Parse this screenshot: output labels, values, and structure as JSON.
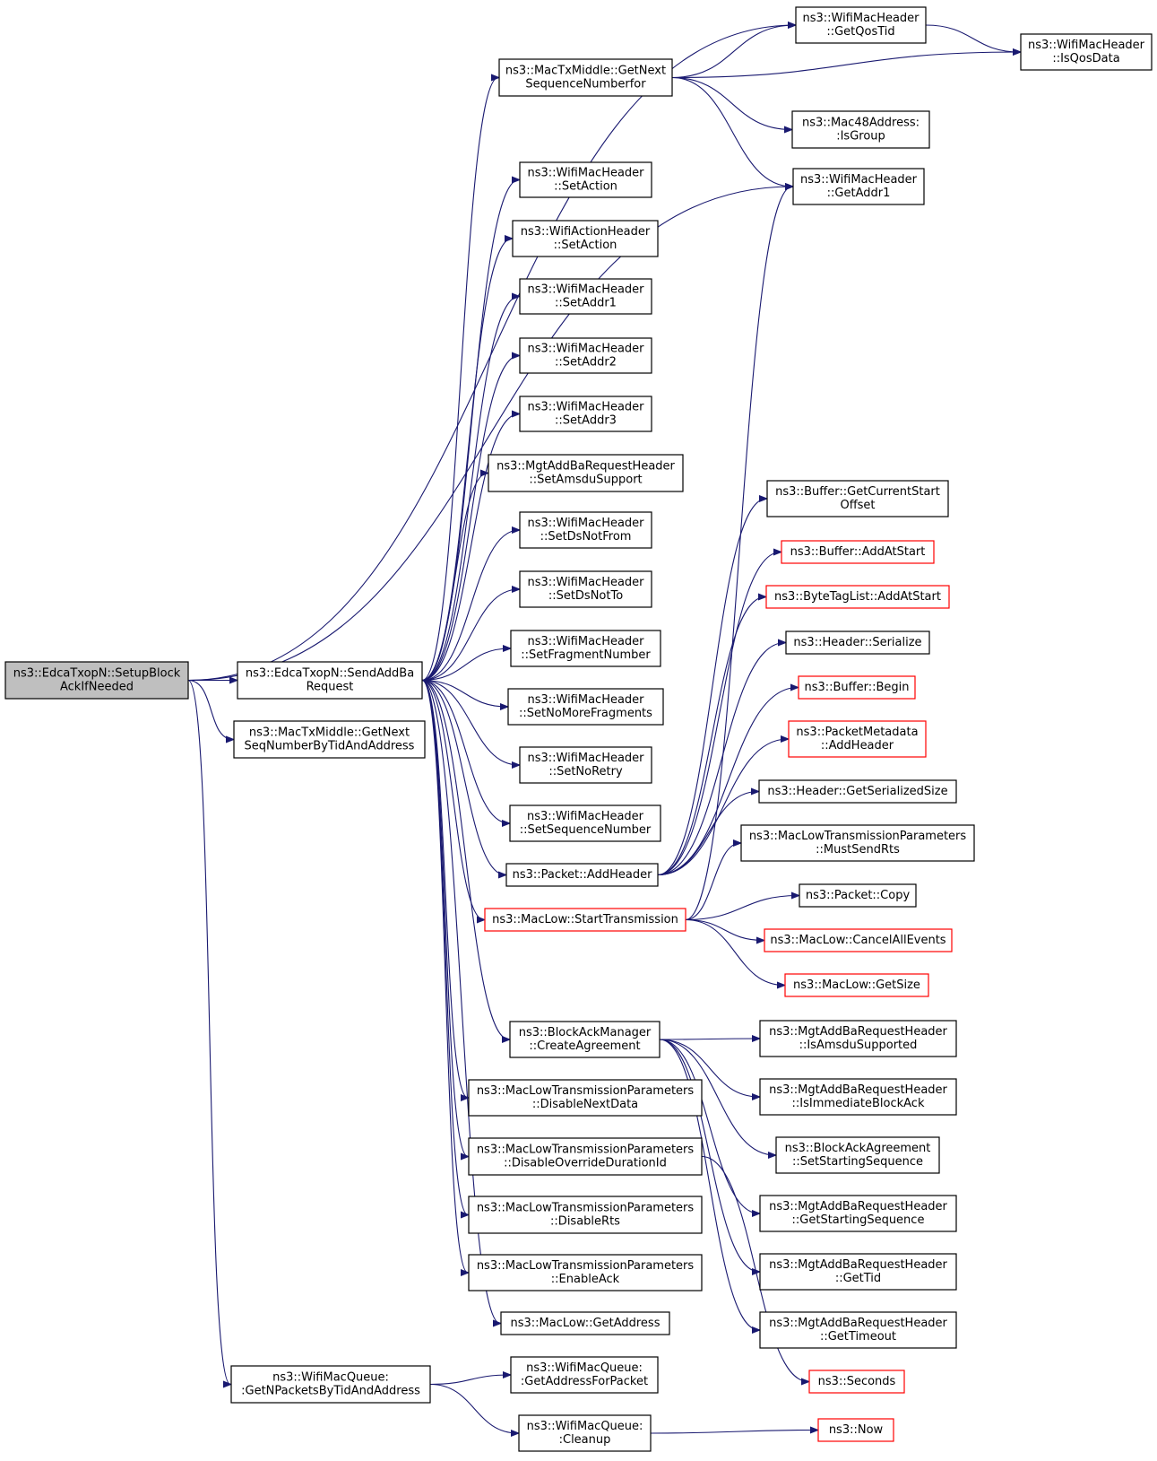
{
  "nodes": [
    {
      "id": "setup",
      "lines": [
        "ns3::EdcaTxopN::SetupBlock",
        "AckIfNeeded"
      ],
      "style": "root"
    },
    {
      "id": "sendAddBa",
      "lines": [
        "ns3::EdcaTxopN::SendAddBa",
        "Request"
      ]
    },
    {
      "id": "getNextSeqTid",
      "lines": [
        "ns3::MacTxMiddle::GetNext",
        "SeqNumberByTidAndAddress"
      ]
    },
    {
      "id": "getNPackets",
      "lines": [
        "ns3::WifiMacQueue:",
        ":GetNPacketsByTidAndAddress"
      ]
    },
    {
      "id": "getQosTid",
      "lines": [
        "ns3::WifiMacHeader",
        "::GetQosTid"
      ]
    },
    {
      "id": "isQosData",
      "lines": [
        "ns3::WifiMacHeader",
        "::IsQosData"
      ]
    },
    {
      "id": "getNextSeqFor",
      "lines": [
        "ns3::MacTxMiddle::GetNext",
        "SequenceNumberfor"
      ]
    },
    {
      "id": "isGroup",
      "lines": [
        "ns3::Mac48Address:",
        ":IsGroup"
      ]
    },
    {
      "id": "getAddr1",
      "lines": [
        "ns3::WifiMacHeader",
        "::GetAddr1"
      ]
    },
    {
      "id": "setActionHdr",
      "lines": [
        "ns3::WifiMacHeader",
        "::SetAction"
      ]
    },
    {
      "id": "setActionAct",
      "lines": [
        "ns3::WifiActionHeader",
        "::SetAction"
      ]
    },
    {
      "id": "setAddr1",
      "lines": [
        "ns3::WifiMacHeader",
        "::SetAddr1"
      ]
    },
    {
      "id": "setAddr2",
      "lines": [
        "ns3::WifiMacHeader",
        "::SetAddr2"
      ]
    },
    {
      "id": "setAddr3",
      "lines": [
        "ns3::WifiMacHeader",
        "::SetAddr3"
      ]
    },
    {
      "id": "setAmsdu",
      "lines": [
        "ns3::MgtAddBaRequestHeader",
        "::SetAmsduSupport"
      ]
    },
    {
      "id": "setDsNotFrom",
      "lines": [
        "ns3::WifiMacHeader",
        "::SetDsNotFrom"
      ]
    },
    {
      "id": "setDsNotTo",
      "lines": [
        "ns3::WifiMacHeader",
        "::SetDsNotTo"
      ]
    },
    {
      "id": "setFragNum",
      "lines": [
        "ns3::WifiMacHeader",
        "::SetFragmentNumber"
      ]
    },
    {
      "id": "setNoMoreFrag",
      "lines": [
        "ns3::WifiMacHeader",
        "::SetNoMoreFragments"
      ]
    },
    {
      "id": "setNoRetry",
      "lines": [
        "ns3::WifiMacHeader",
        "::SetNoRetry"
      ]
    },
    {
      "id": "setSeqNum",
      "lines": [
        "ns3::WifiMacHeader",
        "::SetSequenceNumber"
      ]
    },
    {
      "id": "pktAddHeader",
      "lines": [
        "ns3::Packet::AddHeader"
      ]
    },
    {
      "id": "startTx",
      "lines": [
        "ns3::MacLow::StartTransmission"
      ],
      "style": "red"
    },
    {
      "id": "createAgr",
      "lines": [
        "ns3::BlockAckManager",
        "::CreateAgreement"
      ]
    },
    {
      "id": "disNextData",
      "lines": [
        "ns3::MacLowTransmissionParameters",
        "::DisableNextData"
      ]
    },
    {
      "id": "disOverride",
      "lines": [
        "ns3::MacLowTransmissionParameters",
        "::DisableOverrideDurationId"
      ]
    },
    {
      "id": "disRts",
      "lines": [
        "ns3::MacLowTransmissionParameters",
        "::DisableRts"
      ]
    },
    {
      "id": "enAck",
      "lines": [
        "ns3::MacLowTransmissionParameters",
        "::EnableAck"
      ]
    },
    {
      "id": "getAddress",
      "lines": [
        "ns3::MacLow::GetAddress"
      ]
    },
    {
      "id": "getAddrForPkt",
      "lines": [
        "ns3::WifiMacQueue:",
        ":GetAddressForPacket"
      ]
    },
    {
      "id": "cleanup",
      "lines": [
        "ns3::WifiMacQueue:",
        ":Cleanup"
      ]
    },
    {
      "id": "bufCurStart",
      "lines": [
        "ns3::Buffer::GetCurrentStart",
        "Offset"
      ]
    },
    {
      "id": "bufAddAtStart",
      "lines": [
        "ns3::Buffer::AddAtStart"
      ],
      "style": "red"
    },
    {
      "id": "btlAddAtStart",
      "lines": [
        "ns3::ByteTagList::AddAtStart"
      ],
      "style": "red"
    },
    {
      "id": "hdrSerialize",
      "lines": [
        "ns3::Header::Serialize"
      ]
    },
    {
      "id": "bufBegin",
      "lines": [
        "ns3::Buffer::Begin"
      ],
      "style": "red"
    },
    {
      "id": "pmAddHeader",
      "lines": [
        "ns3::PacketMetadata",
        "::AddHeader"
      ],
      "style": "red"
    },
    {
      "id": "hdrSerSize",
      "lines": [
        "ns3::Header::GetSerializedSize"
      ]
    },
    {
      "id": "mustSendRts",
      "lines": [
        "ns3::MacLowTransmissionParameters",
        "::MustSendRts"
      ]
    },
    {
      "id": "pktCopy",
      "lines": [
        "ns3::Packet::Copy"
      ]
    },
    {
      "id": "cancelAll",
      "lines": [
        "ns3::MacLow::CancelAllEvents"
      ],
      "style": "red"
    },
    {
      "id": "getSize",
      "lines": [
        "ns3::MacLow::GetSize"
      ],
      "style": "red"
    },
    {
      "id": "isAmsduSup",
      "lines": [
        "ns3::MgtAddBaRequestHeader",
        "::IsAmsduSupported"
      ]
    },
    {
      "id": "isImmBA",
      "lines": [
        "ns3::MgtAddBaRequestHeader",
        "::IsImmediateBlockAck"
      ]
    },
    {
      "id": "setStartSeq",
      "lines": [
        "ns3::BlockAckAgreement",
        "::SetStartingSequence"
      ]
    },
    {
      "id": "getStartSeq",
      "lines": [
        "ns3::MgtAddBaRequestHeader",
        "::GetStartingSequence"
      ]
    },
    {
      "id": "getTid",
      "lines": [
        "ns3::MgtAddBaRequestHeader",
        "::GetTid"
      ]
    },
    {
      "id": "getTimeout",
      "lines": [
        "ns3::MgtAddBaRequestHeader",
        "::GetTimeout"
      ]
    },
    {
      "id": "seconds",
      "lines": [
        "ns3::Seconds"
      ],
      "style": "red"
    },
    {
      "id": "now",
      "lines": [
        "ns3::Now"
      ],
      "style": "red"
    }
  ],
  "edges": [
    [
      "setup",
      "getQosTid"
    ],
    [
      "setup",
      "getAddr1"
    ],
    [
      "setup",
      "sendAddBa"
    ],
    [
      "setup",
      "getNextSeqTid"
    ],
    [
      "setup",
      "getNPackets"
    ],
    [
      "getNextSeqFor",
      "getQosTid"
    ],
    [
      "getNextSeqFor",
      "isQosData"
    ],
    [
      "getNextSeqFor",
      "isGroup"
    ],
    [
      "getNextSeqFor",
      "getAddr1"
    ],
    [
      "getQosTid",
      "isQosData"
    ],
    [
      "sendAddBa",
      "getNextSeqFor"
    ],
    [
      "sendAddBa",
      "setActionHdr"
    ],
    [
      "sendAddBa",
      "setActionAct"
    ],
    [
      "sendAddBa",
      "setAddr1"
    ],
    [
      "sendAddBa",
      "setAddr2"
    ],
    [
      "sendAddBa",
      "setAddr3"
    ],
    [
      "sendAddBa",
      "setAmsdu"
    ],
    [
      "sendAddBa",
      "setDsNotFrom"
    ],
    [
      "sendAddBa",
      "setDsNotTo"
    ],
    [
      "sendAddBa",
      "setFragNum"
    ],
    [
      "sendAddBa",
      "setNoMoreFrag"
    ],
    [
      "sendAddBa",
      "setNoRetry"
    ],
    [
      "sendAddBa",
      "setSeqNum"
    ],
    [
      "sendAddBa",
      "pktAddHeader"
    ],
    [
      "sendAddBa",
      "startTx"
    ],
    [
      "sendAddBa",
      "createAgr"
    ],
    [
      "sendAddBa",
      "disNextData"
    ],
    [
      "sendAddBa",
      "disOverride"
    ],
    [
      "sendAddBa",
      "disRts"
    ],
    [
      "sendAddBa",
      "enAck"
    ],
    [
      "sendAddBa",
      "getAddress"
    ],
    [
      "pktAddHeader",
      "bufCurStart"
    ],
    [
      "pktAddHeader",
      "bufAddAtStart"
    ],
    [
      "pktAddHeader",
      "btlAddAtStart"
    ],
    [
      "pktAddHeader",
      "hdrSerialize"
    ],
    [
      "pktAddHeader",
      "bufBegin"
    ],
    [
      "pktAddHeader",
      "pmAddHeader"
    ],
    [
      "pktAddHeader",
      "hdrSerSize"
    ],
    [
      "startTx",
      "getAddr1"
    ],
    [
      "startTx",
      "mustSendRts"
    ],
    [
      "startTx",
      "pktCopy"
    ],
    [
      "startTx",
      "cancelAll"
    ],
    [
      "startTx",
      "getSize"
    ],
    [
      "createAgr",
      "isAmsduSup"
    ],
    [
      "createAgr",
      "isImmBA"
    ],
    [
      "createAgr",
      "setStartSeq"
    ],
    [
      "createAgr",
      "getStartSeq"
    ],
    [
      "createAgr",
      "getTid"
    ],
    [
      "createAgr",
      "getTimeout"
    ],
    [
      "disOverride",
      "seconds"
    ],
    [
      "getNPackets",
      "getAddrForPkt"
    ],
    [
      "getNPackets",
      "cleanup"
    ],
    [
      "cleanup",
      "now"
    ]
  ]
}
